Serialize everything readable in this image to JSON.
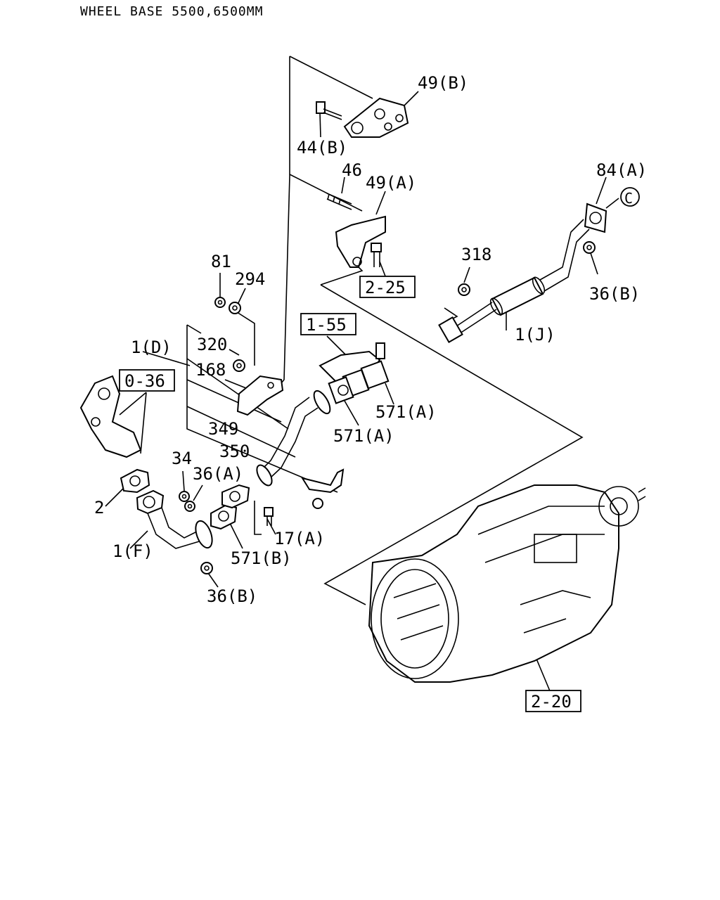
{
  "title": "WHEEL BASE 5500,6500MM",
  "labels": {
    "p49b": "49(B)",
    "p44b": "44(B)",
    "p46": "46",
    "p49a": "49(A)",
    "p84a": "84(A)",
    "c_mark": "C",
    "p318": "318",
    "p36b_top": "36(B)",
    "p81": "81",
    "p294": "294",
    "ref225": "2-25",
    "ref155": "1-55",
    "p1d": "1(D)",
    "p320": "320",
    "p168": "168",
    "ref036": "0-36",
    "p1j": "1(J)",
    "p571a_1": "571(A)",
    "p571a_2": "571(A)",
    "p349": "349",
    "p350": "350",
    "p34": "34",
    "p36a": "36(A)",
    "p2": "2",
    "p1f": "1(F)",
    "p571b": "571(B)",
    "p17a": "17(A)",
    "p36b_bottom": "36(B)",
    "ref220": "2-20"
  }
}
